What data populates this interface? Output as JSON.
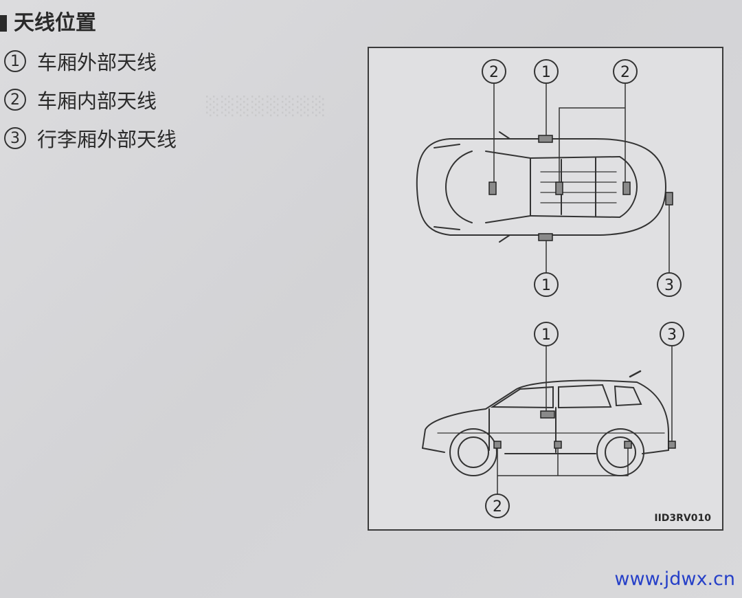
{
  "section": {
    "title": "天线位置"
  },
  "legend": [
    {
      "number": "1",
      "label": "车厢外部天线"
    },
    {
      "number": "2",
      "label": "车厢内部天线"
    },
    {
      "number": "3",
      "label": "行李厢外部天线"
    }
  ],
  "figure": {
    "code": "IID3RV010",
    "callouts": {
      "one": "1",
      "two": "2",
      "three": "3"
    }
  },
  "watermark": "www.jdwx.cn"
}
